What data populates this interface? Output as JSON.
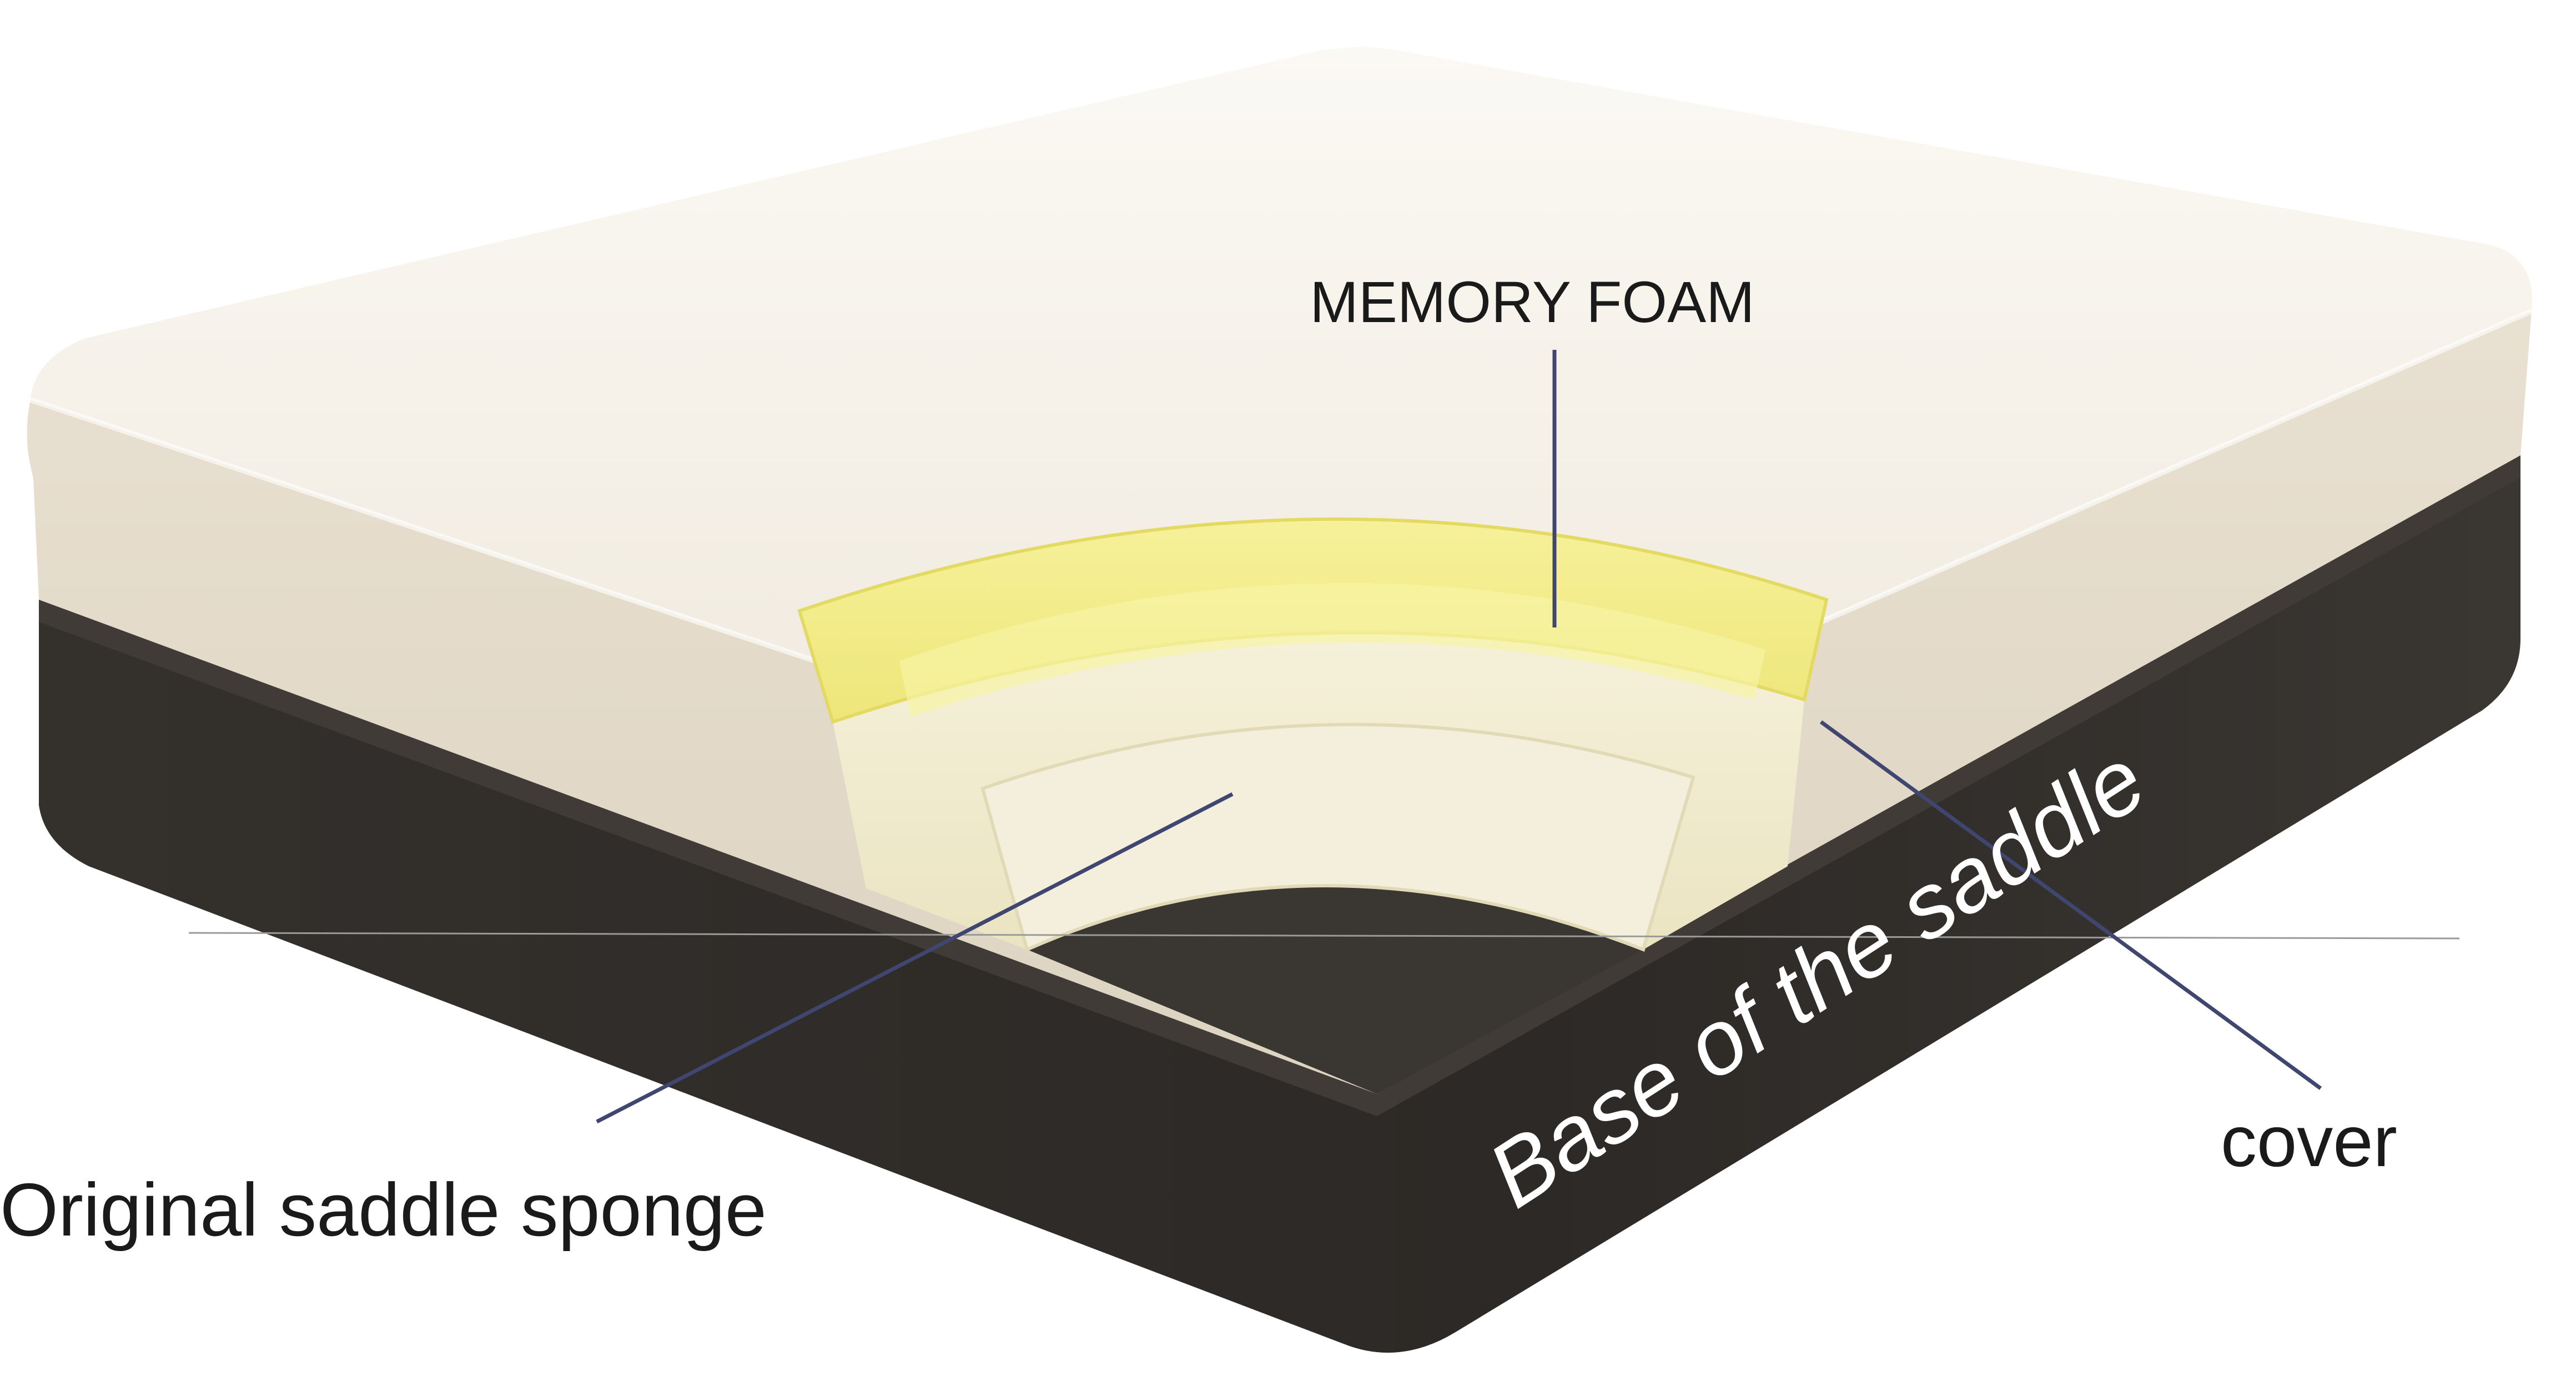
{
  "labels": {
    "memory_foam": "MEMORY FOAM",
    "original_sponge": "Original saddle sponge",
    "cover": "cover",
    "base": "Base of the saddle"
  },
  "colors": {
    "background": "#ffffff",
    "cover": "#eee6d8",
    "cover_top": "#f7f3ec",
    "base": "#2e2b28",
    "memory_foam": "#f2ec86",
    "sponge": "#f1eccd",
    "leader_line": "#3f4670",
    "label_text": "#1a1a1a",
    "base_text": "#ffffff"
  }
}
